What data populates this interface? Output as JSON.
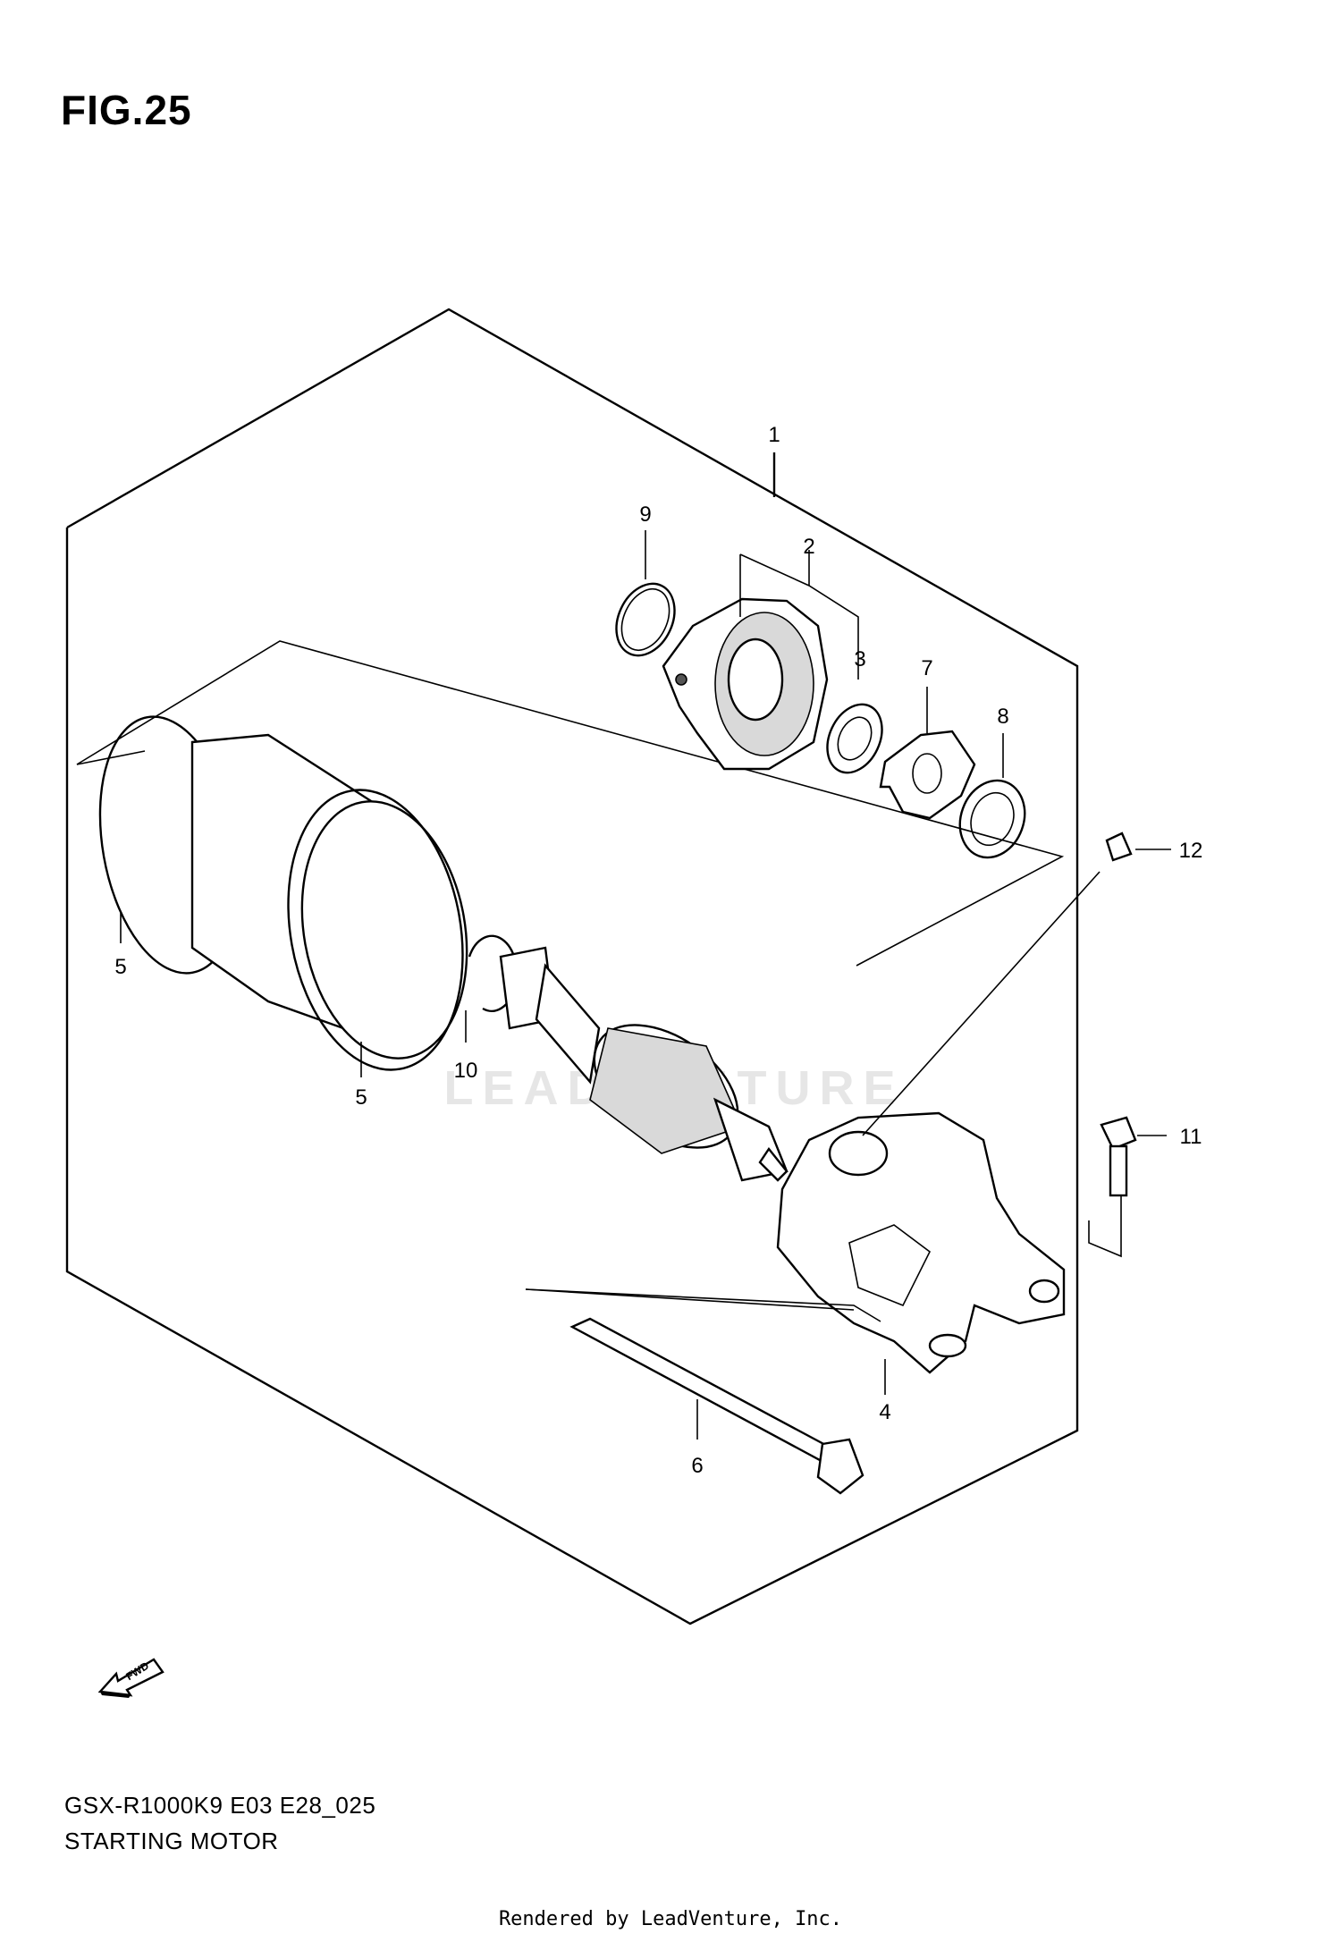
{
  "figure": {
    "title": "FIG.25"
  },
  "callouts": [
    {
      "id": "1",
      "label": "1"
    },
    {
      "id": "2",
      "label": "2"
    },
    {
      "id": "3",
      "label": "3"
    },
    {
      "id": "4",
      "label": "4"
    },
    {
      "id": "5a",
      "label": "5"
    },
    {
      "id": "5b",
      "label": "5"
    },
    {
      "id": "6",
      "label": "6"
    },
    {
      "id": "7",
      "label": "7"
    },
    {
      "id": "8",
      "label": "8"
    },
    {
      "id": "9",
      "label": "9"
    },
    {
      "id": "10",
      "label": "10"
    },
    {
      "id": "11",
      "label": "11"
    },
    {
      "id": "12",
      "label": "12"
    }
  ],
  "direction_marker": {
    "label": "FWD",
    "icon": "fwd-arrow-icon"
  },
  "footer": {
    "model_code": "GSX-R1000K9 E03 E28_025",
    "section_name": "STARTING MOTOR",
    "rendered_by": "Rendered by LeadVenture, Inc."
  },
  "watermark": {
    "text": "LEADVENTURE"
  }
}
